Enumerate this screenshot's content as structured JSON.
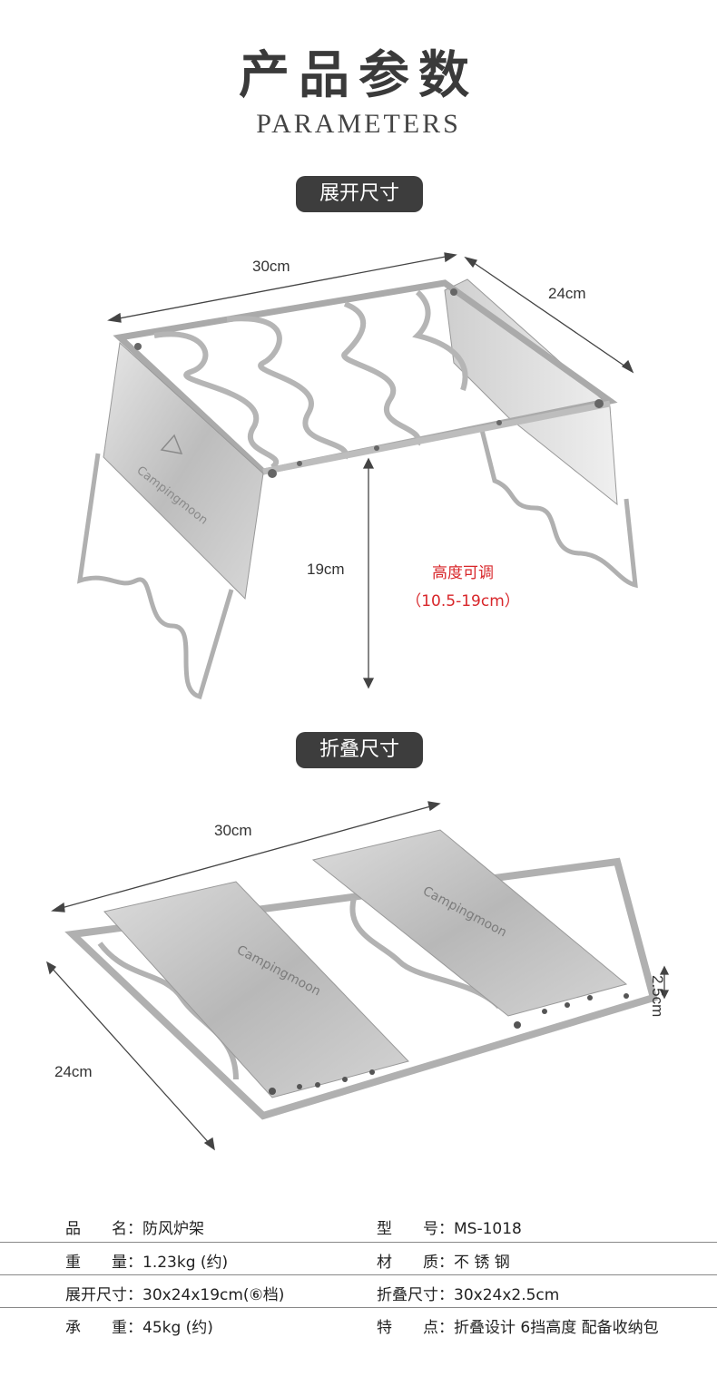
{
  "header": {
    "title_cn": "产品参数",
    "title_en": "PARAMETERS"
  },
  "sections": {
    "unfolded": {
      "label": "展开尺寸",
      "width": "30cm",
      "depth": "24cm",
      "height": "19cm",
      "adjustable_title": "高度可调",
      "adjustable_range": "（10.5-19cm）",
      "brand_mark": "Campingmoon"
    },
    "folded": {
      "label": "折叠尺寸",
      "width": "30cm",
      "depth": "24cm",
      "thickness": "2.5cm",
      "brand_mark": "Campingmoon"
    }
  },
  "specs": [
    {
      "left": "品　　名：防风炉架",
      "right": "型　　号：MS-1018"
    },
    {
      "left": "重　　量：1.23kg (约)",
      "right": "材　　质：不 锈 钢"
    },
    {
      "left": "展开尺寸：30x24x19cm(⑥档)",
      "right": "折叠尺寸：30x24x2.5cm"
    },
    {
      "left": "承　　重：45kg (约)",
      "right": "特　　点：折叠设计 6挡高度 配备收纳包"
    }
  ],
  "colors": {
    "pill": "#3d3d3d",
    "accent_red": "#d8262a",
    "steel": "#c9c9c9"
  }
}
